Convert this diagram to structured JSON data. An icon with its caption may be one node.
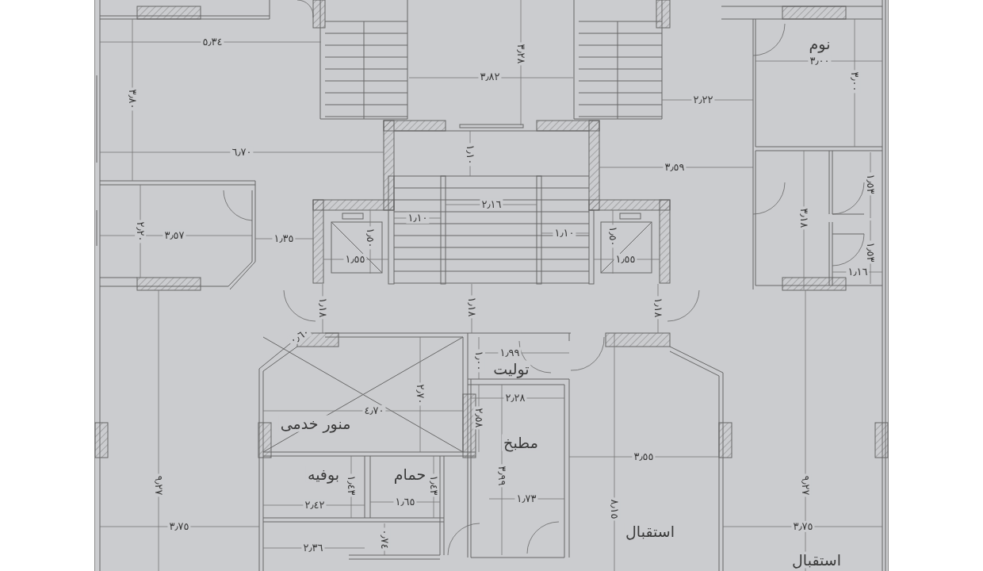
{
  "diagram": {
    "labels": [
      "٥٫٣٤",
      "٣٫٨٢",
      "٣٫٢٨",
      "نوم",
      "٣٫٠٠",
      "٣٫٠٠",
      "٣٫٨٠",
      "٢٫٢٢",
      "٦٫٧٠",
      "١٫١٠",
      "٣٫٥٩",
      "١٫٥٣",
      "٢٫١٦",
      "٣٫١٨",
      "١٫١٠",
      "٢٫٢٠",
      "٣٫٥٧",
      "١٫٣٥",
      "١٫٥٠",
      "١٫١٠",
      "١٫٥٠",
      "١٫٥٣",
      "١٫٥٥",
      "١٫٥٥",
      "١٫١٦",
      "١٫١٨",
      "١٫١٨",
      "١٫١٨",
      "٠٫٦٠",
      "١٫٩٩",
      "١٫٠٠",
      "توليت",
      "٢٫٧٠",
      "٢٫٢٨",
      "٤٫٧٠",
      "منور خدمى",
      "٢٫٥٨",
      "مطبخ",
      "٣٫٥٥",
      "٣٫٩٩",
      "بوفيه",
      "حمام",
      "١٫٤٣",
      "١٫٤٣",
      "٩٫٢٧",
      "٩٫٢٧",
      "١٫٧٣",
      "١٫٦٥",
      "٢٫٤٢",
      "٨٫١٥",
      "٣٫٧٥",
      "٣٫٧٥",
      "استقبال",
      "٠٫٧٤",
      "٢٫٣٦",
      "استقبال"
    ]
  }
}
